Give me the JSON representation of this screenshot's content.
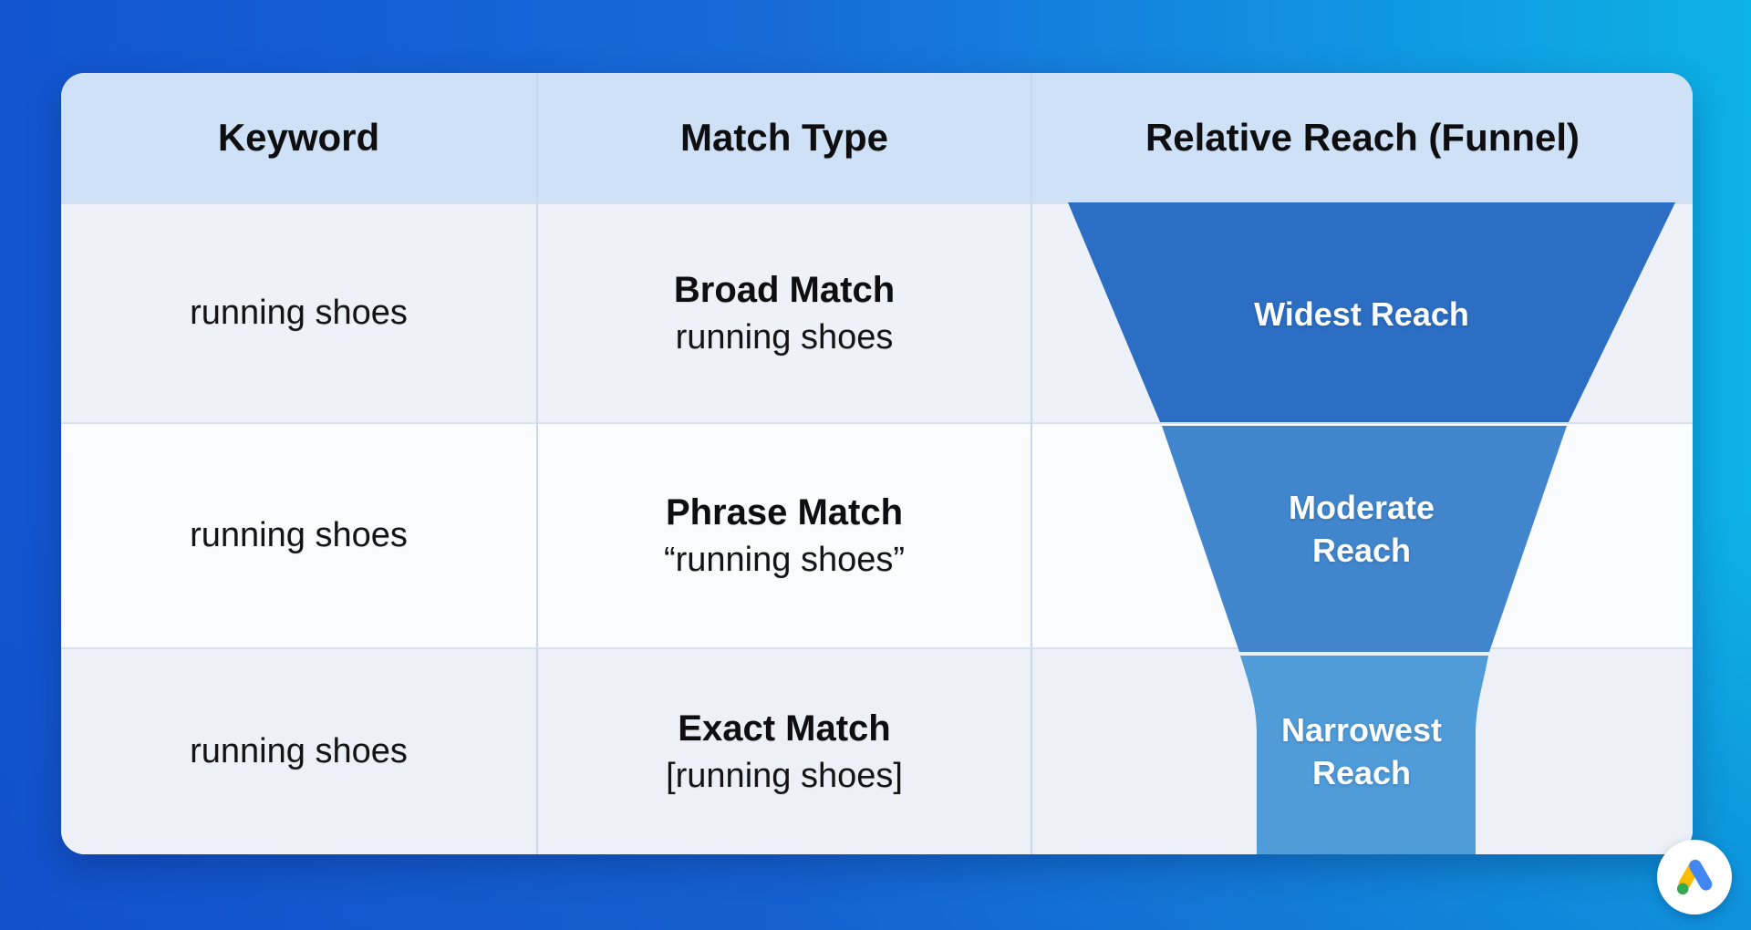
{
  "page": {
    "background_colors": {
      "left_blue": "#1254cf",
      "right_cyan": "#0db2e7"
    }
  },
  "table": {
    "headers": [
      {
        "label": "Keyword"
      },
      {
        "label": "Match Type"
      },
      {
        "label": "Relative Reach (Funnel)"
      }
    ],
    "rows": [
      {
        "keyword": "running shoes",
        "match_type": "Broad Match",
        "match_syntax": "running shoes"
      },
      {
        "keyword": "running shoes",
        "match_type": "Phrase Match",
        "match_syntax": "“running shoes”"
      },
      {
        "keyword": "running shoes",
        "match_type": "Exact Match",
        "match_syntax": "[running shoes]"
      }
    ],
    "header_bg": "#cfe1f7"
  },
  "funnel": {
    "segments": [
      {
        "label": "Widest Reach",
        "color": "#2c6ec3"
      },
      {
        "label": "Moderate Reach",
        "color": "#4186cc"
      },
      {
        "label": "Narrowest Reach",
        "color": "#4f9cd9"
      }
    ]
  },
  "logo": {
    "name": "Google Ads",
    "colors": {
      "yellow": "#FBBC04",
      "blue": "#4285F4",
      "green": "#34A853"
    }
  }
}
